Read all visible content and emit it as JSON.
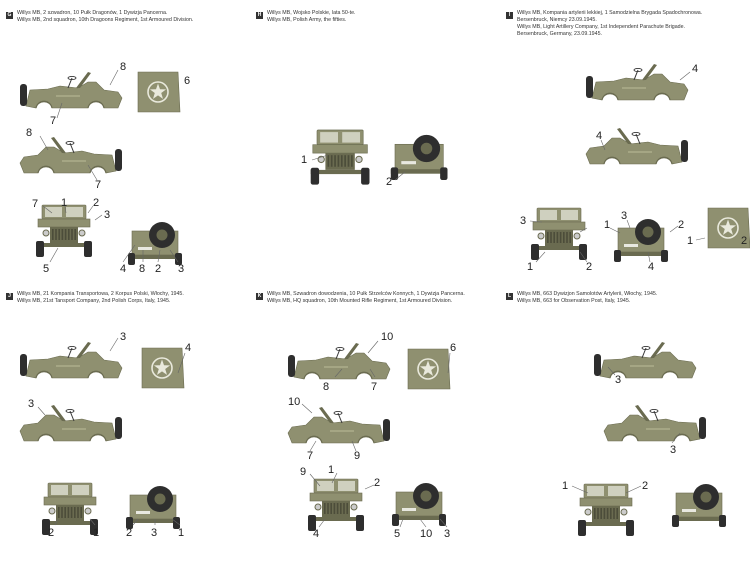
{
  "colors": {
    "olive": "#8f9070",
    "olive_dark": "#6a6b50",
    "olive_light": "#a5a684",
    "tire": "#2e2e2e",
    "leader": "#666666"
  },
  "panels": [
    {
      "letter": "G",
      "caption": [
        "Willys MB, 2 szwadron, 10 Pułk Dragonów, 1 Dywizja Pancerna.",
        "Willys MB, 2nd squadron, 10th Dragoons Regiment, 1st Armoured Division."
      ],
      "callouts": [
        "8",
        "7",
        "6",
        "8",
        "7",
        "7",
        "1",
        "2",
        "3",
        "5",
        "4",
        "8",
        "2",
        "3"
      ]
    },
    {
      "letter": "H",
      "caption": [
        "Willys MB, Wojsko Polskie, lata 50-te.",
        "Willys MB, Polish Army, the fifties."
      ],
      "callouts": [
        "1",
        "2"
      ]
    },
    {
      "letter": "I",
      "caption": [
        "Willys MB, Kompania artylerii lekkiej, 1 Samodzielna Brygada Spadochronowa.",
        "Bersenbruck, Niemcy 23.09.1945.",
        "Willys MB, Light Artillery Company, 1st Independent Parachute Brigade.",
        "Bersenbruck, Germany, 23.09.1945."
      ],
      "callouts": [
        "4",
        "4",
        "3",
        "1",
        "2",
        "3",
        "1",
        "2",
        "4",
        "1",
        "2"
      ]
    },
    {
      "letter": "J",
      "caption": [
        "Willys MB, 21 Kompania Transportowa, 2 Korpus Polski, Włochy, 1945.",
        "Willys MB, 21st Tansport Company, 2nd Polish Corps, Italy, 1945."
      ],
      "callouts": [
        "3",
        "4",
        "3",
        "2",
        "1",
        "2",
        "3",
        "1"
      ]
    },
    {
      "letter": "K",
      "caption": [
        "Willys MB, Szwadron dowodzenia, 10 Pułk Strzelców Konnych, 1 Dywizja Pancerna.",
        "Willys MB, HQ squadron, 10th Mounted Rifle Regiment, 1st Armoured Division."
      ],
      "callouts": [
        "10",
        "8",
        "7",
        "6",
        "10",
        "7",
        "9",
        "9",
        "1",
        "2",
        "4",
        "5",
        "10",
        "3"
      ]
    },
    {
      "letter": "L",
      "caption": [
        "Willys MB, 663 Dywizjon Samolotów Artylerii, Włochy, 1945.",
        "Willys MB, 663 for Observation Post, Italy, 1945."
      ],
      "callouts": [
        "3",
        "3",
        "1",
        "2"
      ]
    }
  ]
}
